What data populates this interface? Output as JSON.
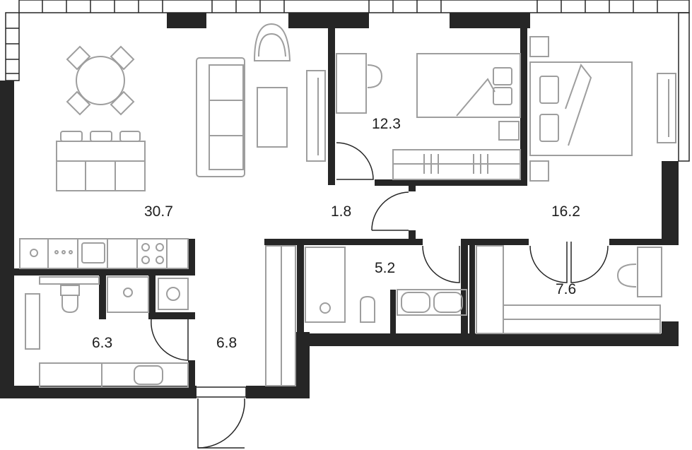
{
  "rooms": {
    "living_kitchen": {
      "area": "30.7"
    },
    "bedroom_small": {
      "area": "12.3"
    },
    "corridor": {
      "area": "1.8"
    },
    "bedroom_master": {
      "area": "16.2"
    },
    "bathroom": {
      "area": "5.2"
    },
    "wardrobe": {
      "area": "7.6"
    },
    "toilet": {
      "area": "6.3"
    },
    "hall": {
      "area": "6.8"
    }
  },
  "colors": {
    "wall": "#262626",
    "furniture": "#9e9e9e",
    "background": "#ffffff"
  },
  "icons": [
    "dining-table-icon",
    "sofa-icon",
    "armchair-icon",
    "bed-icon",
    "desk-icon",
    "bathtub-icon",
    "toilet-icon",
    "sink-icon",
    "washing-machine-icon",
    "wardrobe-icon",
    "stove-icon",
    "tv-icon"
  ]
}
